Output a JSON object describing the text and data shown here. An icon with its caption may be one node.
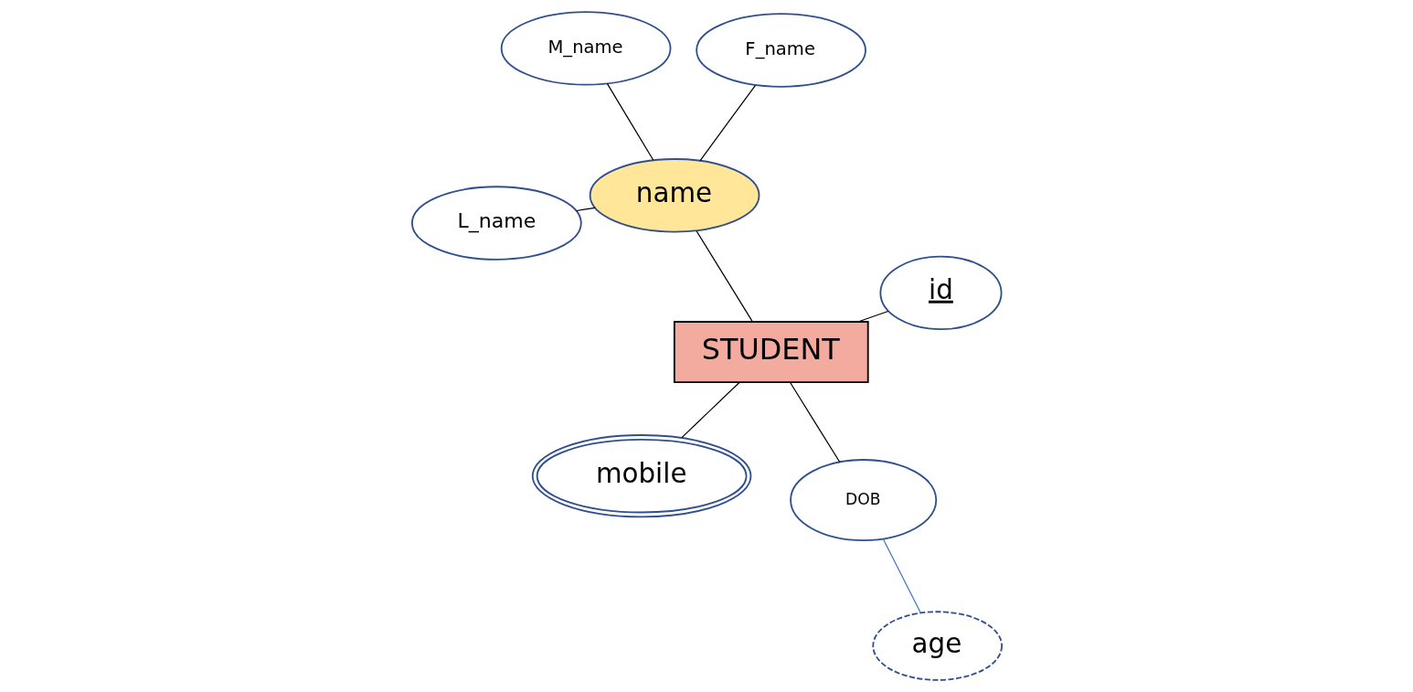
{
  "diagram": {
    "nodes": [
      {
        "text": [
          "STUDENT"
        ]
      },
      {
        "text": [
          "id"
        ]
      },
      {
        "text": [
          "mobile"
        ]
      },
      {
        "text": [
          "name"
        ]
      },
      {
        "text": [
          "F_name"
        ]
      },
      {
        "text": [
          "M_name"
        ]
      },
      {
        "text": [
          "L_name"
        ]
      },
      {
        "text": [
          "DOB"
        ]
      },
      {
        "text": [
          "age"
        ]
      }
    ],
    "edges": [
      {
        "from": 0,
        "to": 1,
        "arrow": "none"
      },
      {
        "from": 0,
        "to": 2,
        "arrow": "none"
      },
      {
        "from": 0,
        "to": 3,
        "arrow": "none"
      },
      {
        "from": 0,
        "to": 7,
        "arrow": "none"
      },
      {
        "from": 3,
        "to": 4,
        "arrow": "none"
      },
      {
        "from": 3,
        "to": 5,
        "arrow": "none"
      },
      {
        "from": 3,
        "to": 6,
        "arrow": "none"
      },
      {
        "from": 7,
        "to": 8,
        "arrow": "none",
        "color": "#4472c4"
      }
    ]
  }
}
